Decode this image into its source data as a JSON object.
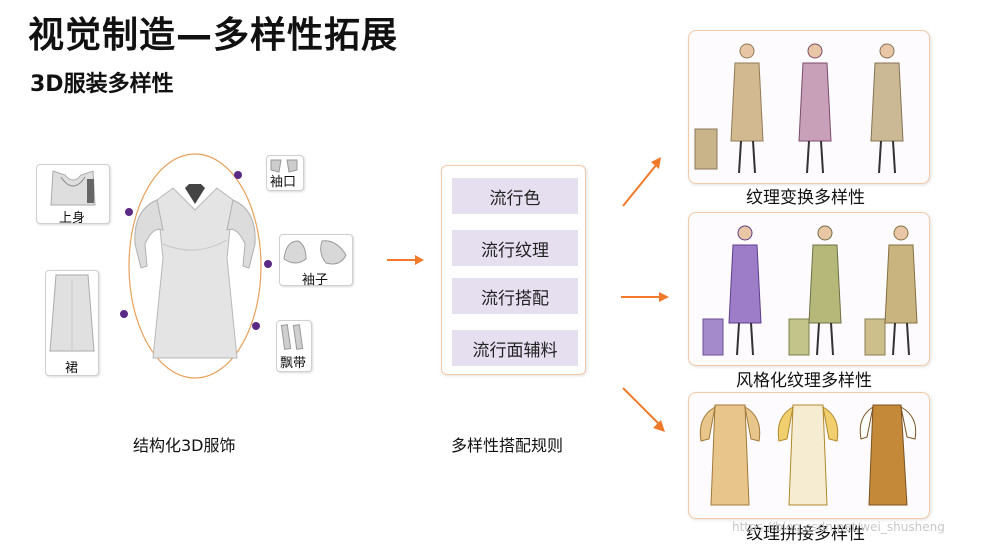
{
  "header": {
    "title": "视觉制造—多样性拓展",
    "subtitle": "3D服装多样性"
  },
  "garment_parts": {
    "top": "上身",
    "cuff": "袖口",
    "sleeve": "袖子",
    "skirt": "裙",
    "ribbon": "飘带"
  },
  "left_caption": "结构化3D服饰",
  "rules": {
    "items": [
      "流行色",
      "流行纹理",
      "流行搭配",
      "流行面辅料"
    ],
    "caption": "多样性搭配规则"
  },
  "results": {
    "texture_change": "纹理变换多样性",
    "stylized_texture": "风格化纹理多样性",
    "texture_splicing": "纹理拼接多样性"
  },
  "watermark": "https://blog.csdn.net/wei_shusheng",
  "colors": {
    "arrow": "#f07a2a",
    "ellipse": "#e8a05a",
    "dot": "#5b2a86",
    "rule_bg": "#e6dff0"
  }
}
